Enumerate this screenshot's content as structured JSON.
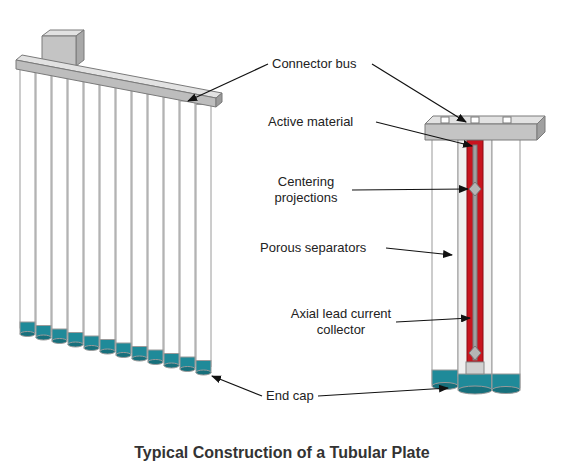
{
  "diagram": {
    "caption": "Typical Construction of a Tubular Plate",
    "labels": [
      "Connector bus",
      "Active material",
      "Centering projections",
      "Porous separators",
      "Axial lead current collector",
      "End cap"
    ]
  }
}
